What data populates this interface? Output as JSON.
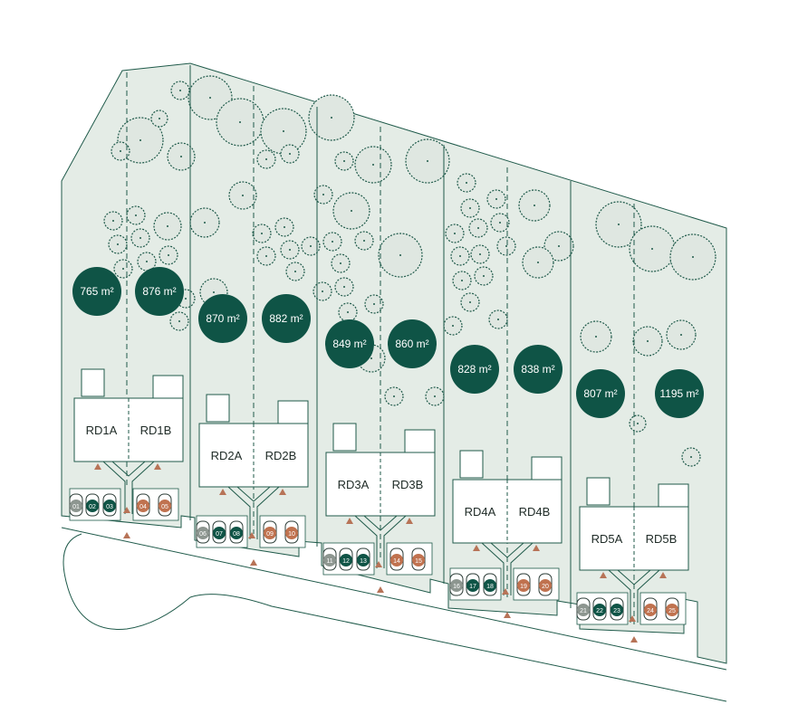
{
  "colors": {
    "land": "#e4ece6",
    "line": "#1f5a4a",
    "badge": "#0f5446",
    "badge_text": "#ffffff",
    "house_fill": "#ffffff",
    "house_stroke": "#1f5a4a",
    "spot_green": "#0f5446",
    "spot_grey": "#8d9690",
    "spot_orange": "#c0724f",
    "marker": "#b77357"
  },
  "plots": [
    {
      "area": "765 m²",
      "houses": [
        "RD1A",
        "RD1B"
      ]
    },
    {
      "area": "876 m²"
    },
    {
      "area": "870 m²",
      "houses": [
        "RD2A",
        "RD2B"
      ]
    },
    {
      "area": "882 m²"
    },
    {
      "area": "849 m²",
      "houses": [
        "RD3A",
        "RD3B"
      ]
    },
    {
      "area": "860 m²"
    },
    {
      "area": "828 m²",
      "houses": [
        "RD4A",
        "RD4B"
      ]
    },
    {
      "area": "838 m²"
    },
    {
      "area": "807 m²",
      "houses": [
        "RD5A",
        "RD5B"
      ]
    },
    {
      "area": "1195 m²"
    }
  ],
  "parking": [
    {
      "num": "01",
      "state": "grey"
    },
    {
      "num": "02",
      "state": "green"
    },
    {
      "num": "03",
      "state": "green"
    },
    {
      "num": "04",
      "state": "orange"
    },
    {
      "num": "05",
      "state": "orange"
    },
    {
      "num": "06",
      "state": "grey"
    },
    {
      "num": "07",
      "state": "green"
    },
    {
      "num": "08",
      "state": "green"
    },
    {
      "num": "09",
      "state": "orange"
    },
    {
      "num": "10",
      "state": "orange"
    },
    {
      "num": "11",
      "state": "grey"
    },
    {
      "num": "12",
      "state": "green"
    },
    {
      "num": "13",
      "state": "green"
    },
    {
      "num": "14",
      "state": "orange"
    },
    {
      "num": "15",
      "state": "orange"
    },
    {
      "num": "16",
      "state": "grey"
    },
    {
      "num": "17",
      "state": "green"
    },
    {
      "num": "18",
      "state": "green"
    },
    {
      "num": "19",
      "state": "orange"
    },
    {
      "num": "20",
      "state": "orange"
    },
    {
      "num": "21",
      "state": "grey"
    },
    {
      "num": "22",
      "state": "green"
    },
    {
      "num": "23",
      "state": "green"
    },
    {
      "num": "24",
      "state": "orange"
    },
    {
      "num": "25",
      "state": "orange"
    }
  ]
}
